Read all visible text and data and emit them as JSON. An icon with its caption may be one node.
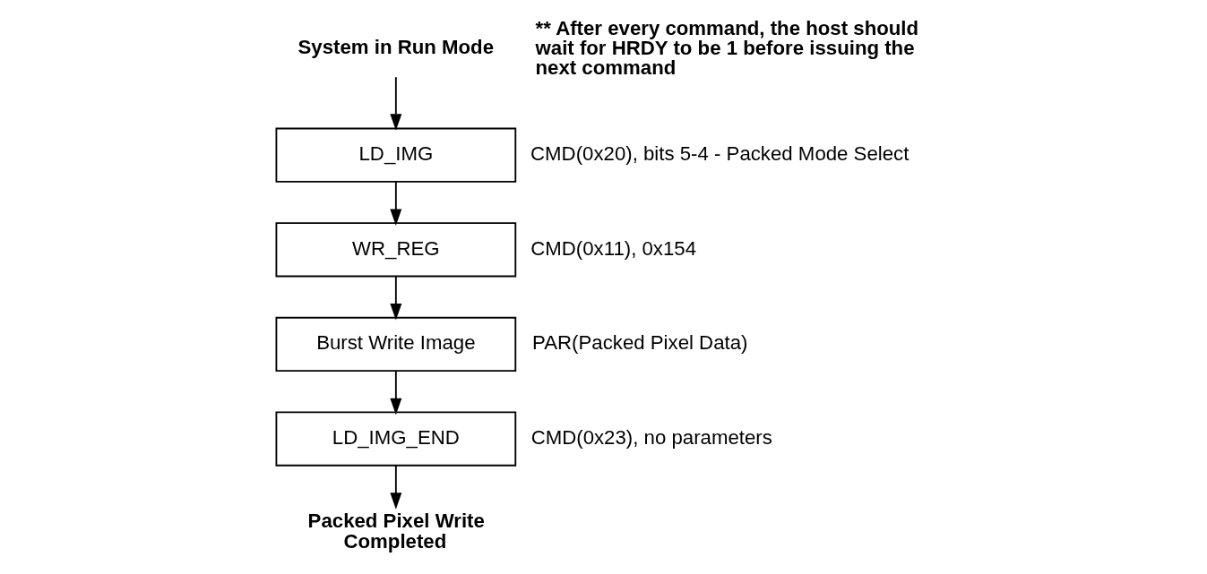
{
  "diagram": {
    "nodes": [
      {
        "text": [
          "System in Run Mode"
        ]
      },
      {
        "text": [
          "LD_IMG"
        ],
        "beside": [
          "CMD(0x20), bits 5-4 - Packed Mode Select"
        ]
      },
      {
        "text": [
          "WR_REG"
        ],
        "beside": [
          "CMD(0x11), 0x154"
        ]
      },
      {
        "text": [
          "Burst Write Image"
        ],
        "beside": [
          "PAR(Packed Pixel Data)"
        ]
      },
      {
        "text": [
          "LD_IMG_END"
        ],
        "beside": [
          "CMD(0x23), no parameters"
        ]
      },
      {
        "text": [
          "Packed Pixel Write Completed"
        ]
      }
    ],
    "edges": [
      {
        "from": 0,
        "to": 1,
        "arrow": "to"
      },
      {
        "from": 1,
        "to": 2,
        "arrow": "to"
      },
      {
        "from": 2,
        "to": 3,
        "arrow": "to"
      },
      {
        "from": 3,
        "to": 4,
        "arrow": "to"
      },
      {
        "from": 4,
        "to": 5,
        "arrow": "to"
      }
    ],
    "labels": [
      "** After every command, the host should wait for HRDY to be 1 before issuing the next command"
    ]
  }
}
